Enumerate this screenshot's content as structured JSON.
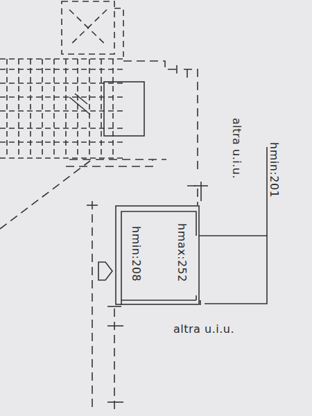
{
  "diagram": {
    "nodes": [
      {
        "text": [
          "hmin:208",
          "hmax:252"
        ]
      }
    ],
    "labels": [
      "altra u.i.u.",
      "hmin:201",
      "altra u.i.u."
    ]
  }
}
